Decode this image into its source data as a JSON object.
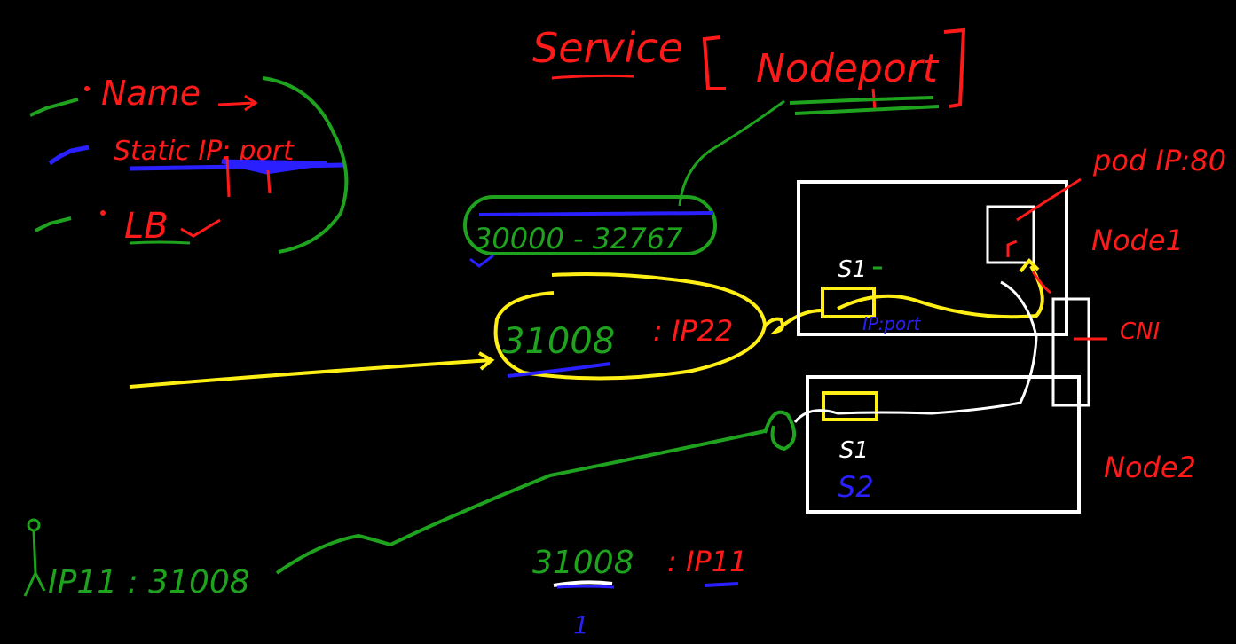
{
  "title": {
    "service": "Service",
    "nodeport": "Nodeport"
  },
  "list": {
    "name": "Name",
    "static": "Static IP: port",
    "lb": "LB"
  },
  "range": "30000 - 32767",
  "node_port": "31008",
  "ip_label": ": IP22",
  "pod": "pod IP:80",
  "node1": "Node1",
  "node2": "Node2",
  "cni": "CNI",
  "s1_top": "S1",
  "ip_port": "IP:port",
  "s1_bottom": "S1",
  "s2": "S2",
  "client": "IP11 : 31008",
  "bottom_port": "31008",
  "bottom_ip": ": IP11",
  "tick_mark": "1",
  "colors": {
    "red": "#ff1a1a",
    "green": "#1fa31f",
    "blue": "#2a1fff",
    "yellow": "#ffef14",
    "white": "#ffffff"
  }
}
